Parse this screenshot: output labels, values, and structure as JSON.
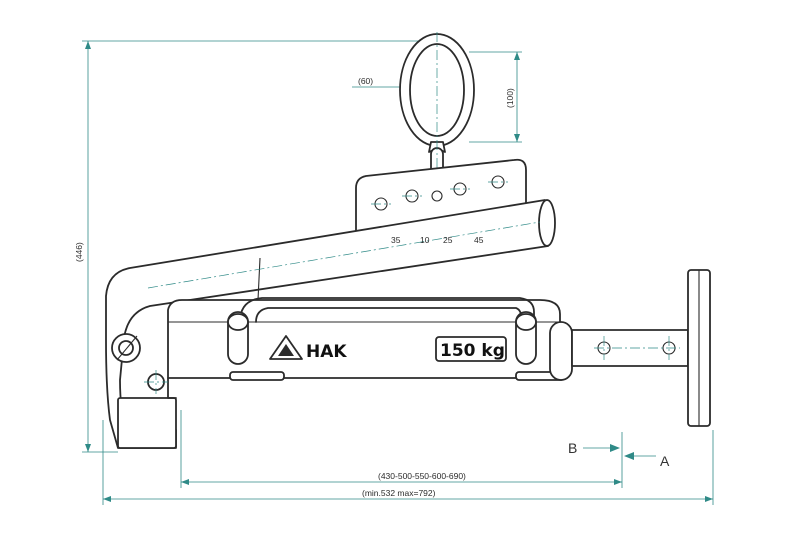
{
  "drawing": {
    "brand_label": "HAK",
    "capacity_label": "150 kg",
    "dimensions": {
      "overall_height": "(446)",
      "eye_width": "(60)",
      "eye_height": "(100)",
      "hole_spacing_1": "35",
      "hole_spacing_2": "10",
      "hole_spacing_3": "25",
      "hole_spacing_4": "45",
      "jaw_opening": "(430-500-550-600-690)",
      "overall_length": "(min.532  max=792)"
    },
    "markers": {
      "b": "B",
      "a": "A"
    },
    "colors": {
      "outline": "#2b2b2b",
      "dimension": "#2f8a87"
    }
  }
}
